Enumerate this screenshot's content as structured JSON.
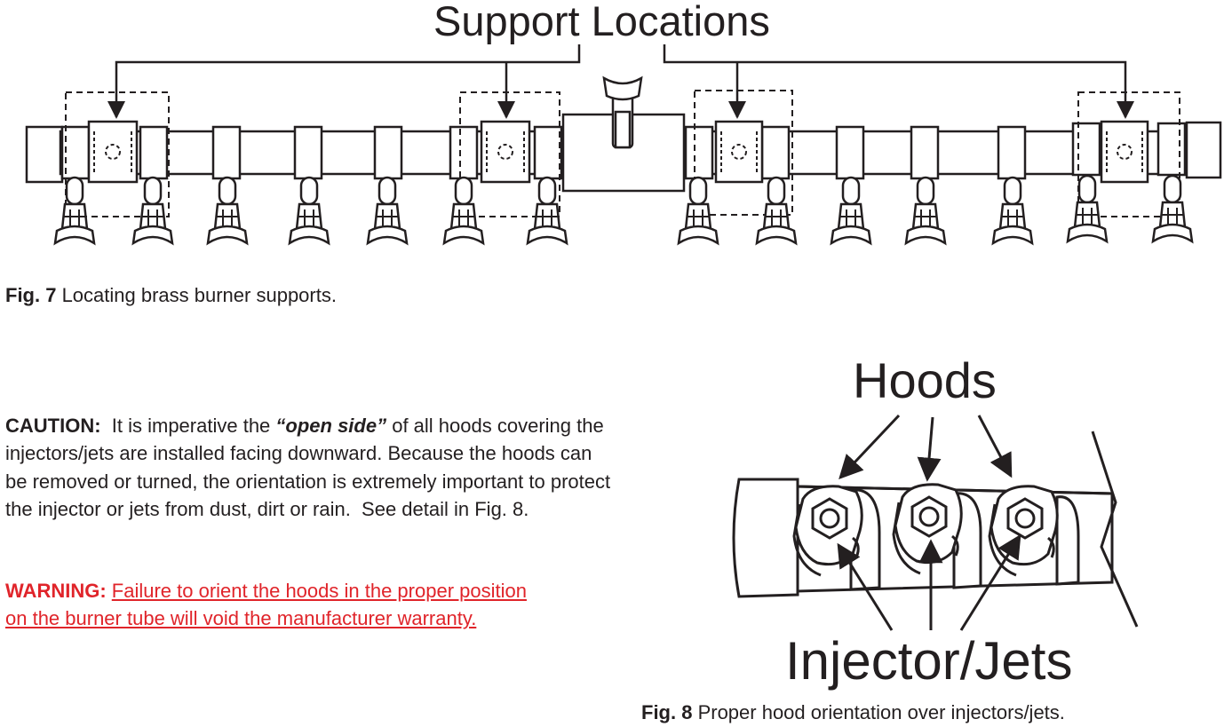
{
  "fig7": {
    "support_label": "Support Locations",
    "caption_bold": "Fig. 7",
    "caption_text": " Locating brass burner supports."
  },
  "caution": {
    "lead": "CAUTION:",
    "text1": "  It is imperative the ",
    "emphasis": "“open side”",
    "text2": " of all hoods covering the injectors/jets are installed facing downward. Because the hoods can be removed or turned, the orientation is extremely important to protect the injector or jets from dust, dirt or rain.  See detail in Fig. 8."
  },
  "warning": {
    "lead": "WARNING:",
    "text": "Failure to orient the hoods in the proper position on the burner tube will void the manufacturer warranty."
  },
  "fig8": {
    "hoods_label": "Hoods",
    "jets_label": "Injector/Jets",
    "caption_bold": "Fig. 8",
    "caption_text": " Proper hood orientation over injectors/jets."
  },
  "colors": {
    "ink": "#231f20",
    "warning": "#e0242a"
  }
}
